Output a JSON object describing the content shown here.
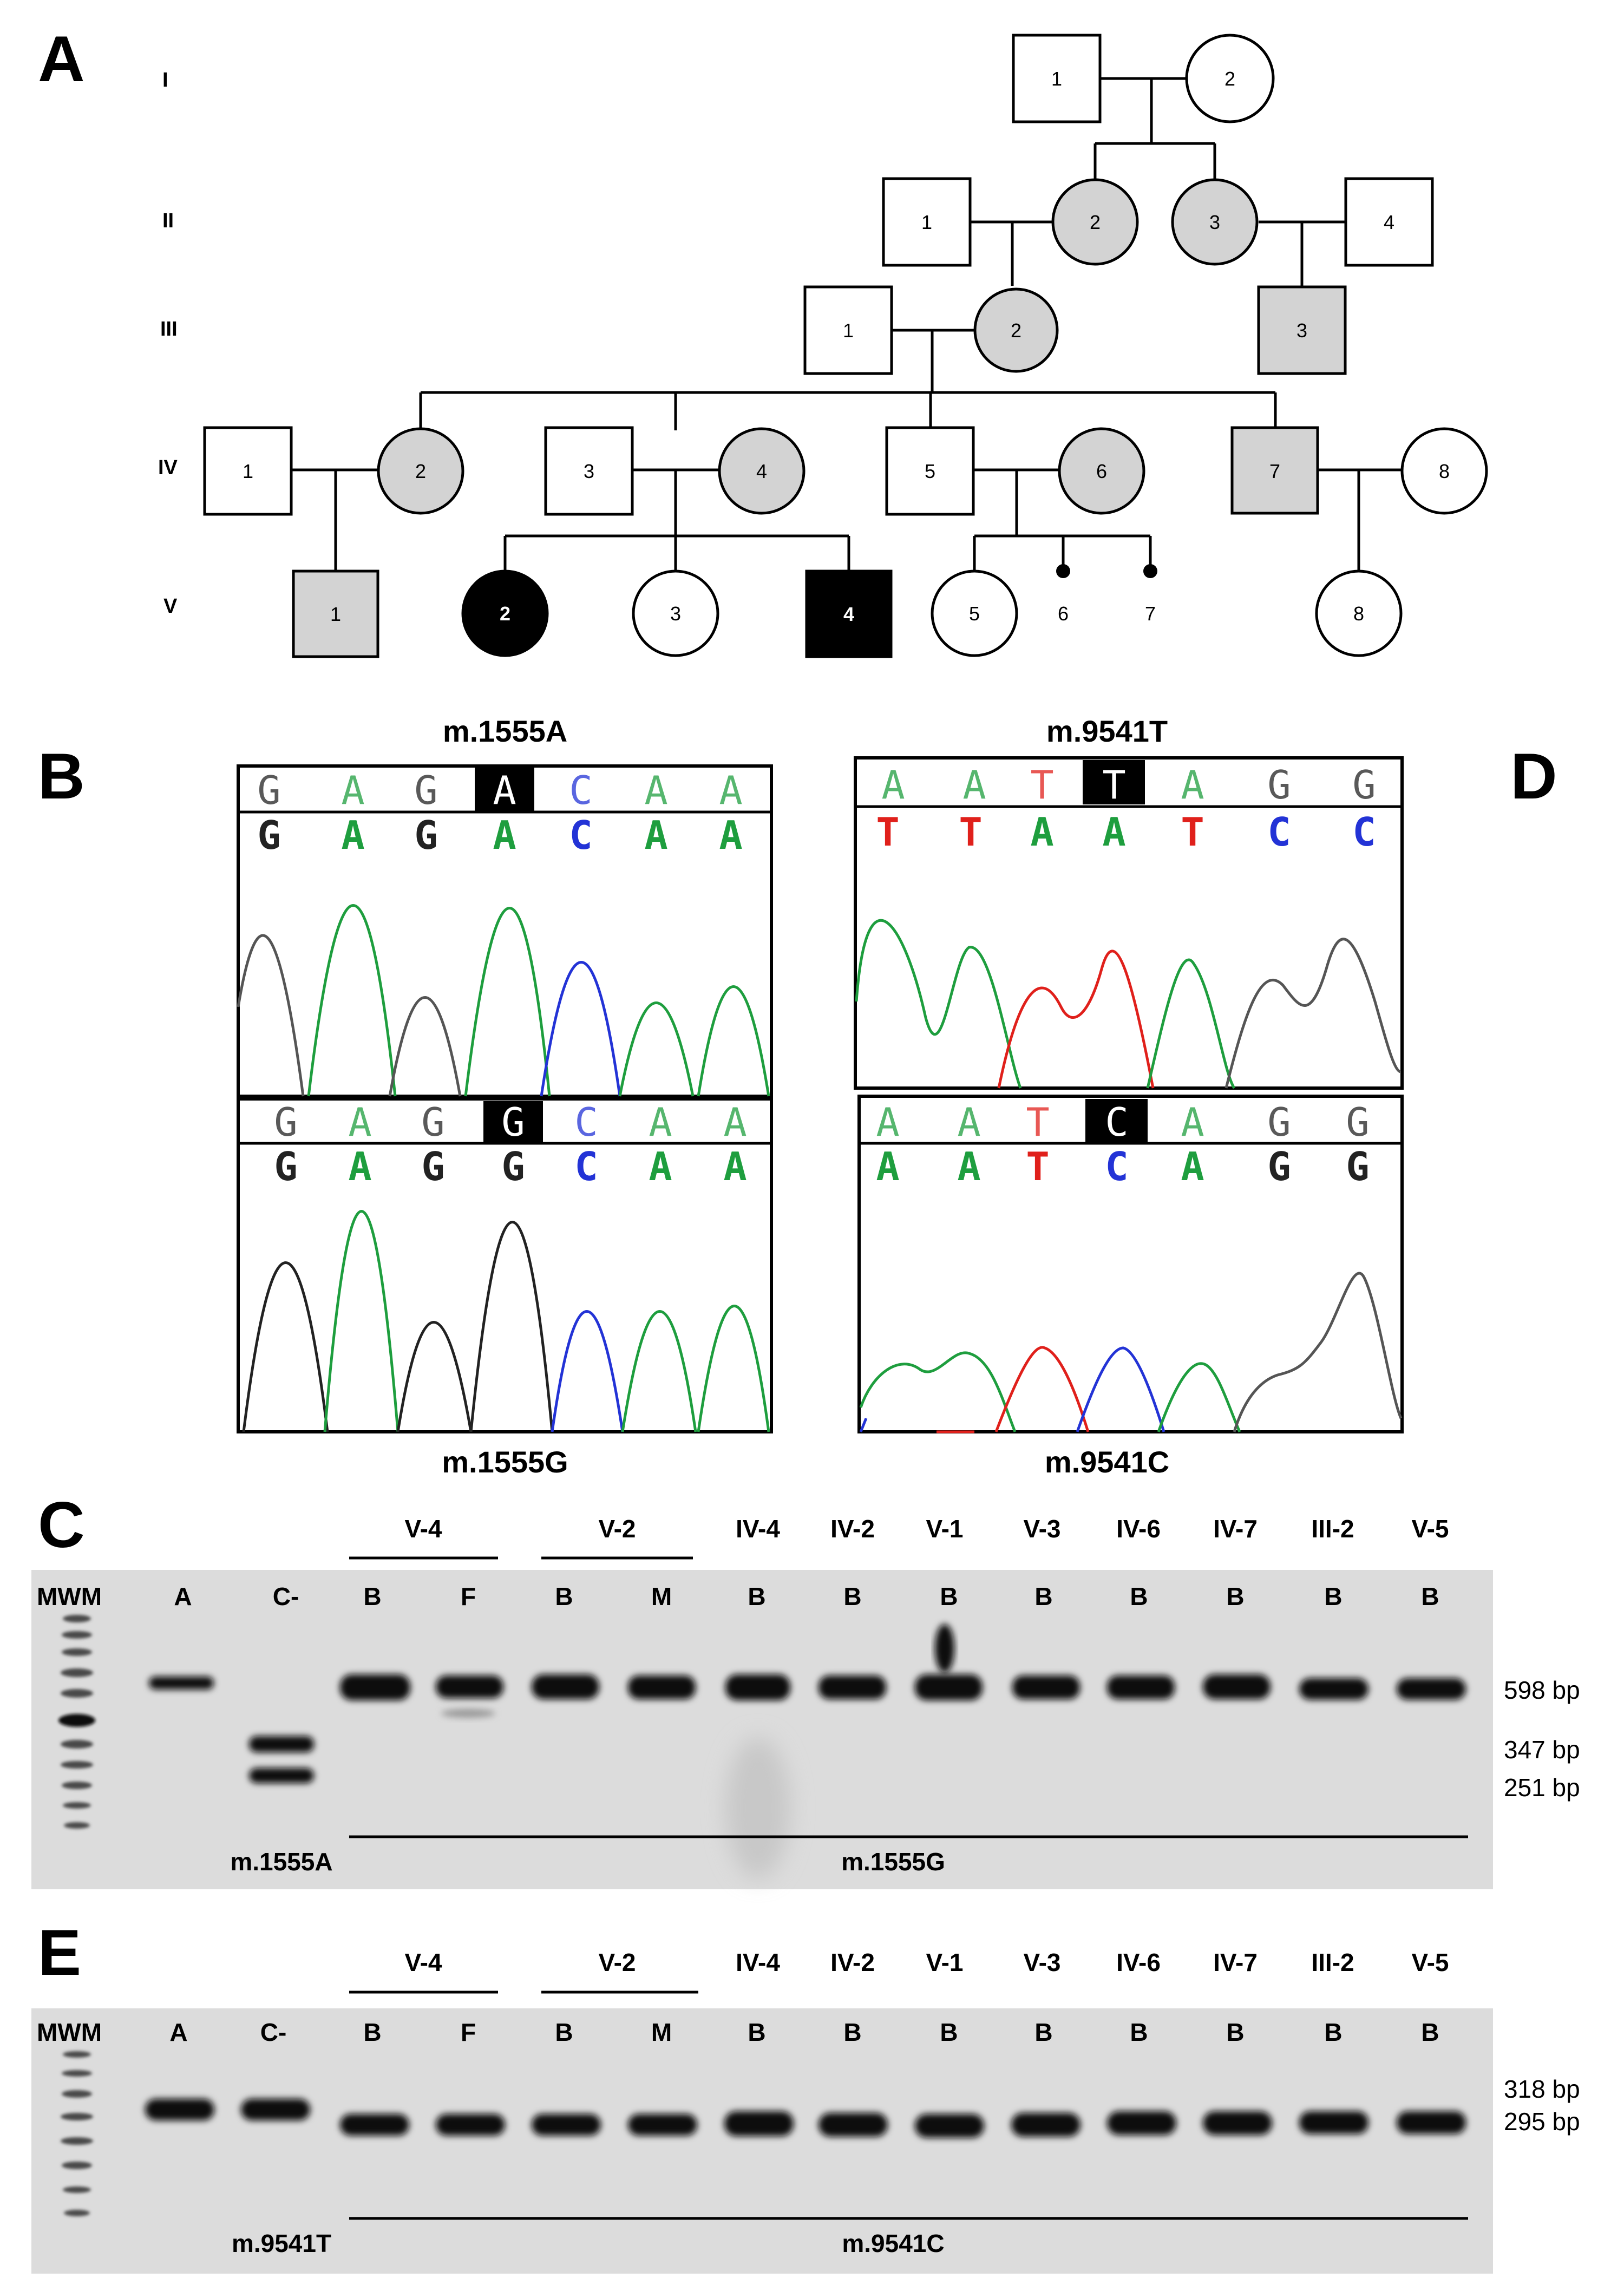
{
  "panels": {
    "a": "A",
    "b": "B",
    "c": "C",
    "d": "D",
    "e": "E"
  },
  "pedigree": {
    "generations": [
      "I",
      "II",
      "III",
      "IV",
      "V"
    ],
    "individuals": {
      "I-1": "1",
      "I-2": "2",
      "II-1": "1",
      "II-2": "2",
      "II-3": "3",
      "II-4": "4",
      "III-1": "1",
      "III-2": "2",
      "III-3": "3",
      "IV-1": "1",
      "IV-2": "2",
      "IV-3": "3",
      "IV-4": "4",
      "IV-5": "5",
      "IV-6": "6",
      "IV-7": "7",
      "IV-8": "8",
      "V-1": "1",
      "V-2": "2",
      "V-3": "3",
      "V-4": "4",
      "V-5": "5",
      "V-6": "6",
      "V-7": "7",
      "V-8": "8"
    },
    "colors": {
      "affected": "#000000",
      "carrier": "#d3d3d3",
      "unaffected": "#ffffff"
    }
  },
  "sequencing": {
    "b_top_title": "m.1555A",
    "b_bottom_title": "m.1555G",
    "d_top_title": "m.9541T",
    "d_bottom_title": "m.9541C",
    "b_top_ref": [
      "G",
      "A",
      "G",
      "A",
      "C",
      "A",
      "A"
    ],
    "b_top_call": [
      "G",
      "A",
      "G",
      "A",
      "C",
      "A",
      "A"
    ],
    "b_bottom_ref": [
      "G",
      "A",
      "G",
      "G",
      "C",
      "A",
      "A"
    ],
    "b_bottom_call": [
      "G",
      "A",
      "G",
      "G",
      "C",
      "A",
      "A"
    ],
    "d_top_ref": [
      "A",
      "A",
      "T",
      "T",
      "A",
      "G",
      "G"
    ],
    "d_top_call": [
      "T",
      "T",
      "A",
      "A",
      "T",
      "C",
      "C"
    ],
    "d_bottom_ref": [
      "A",
      "A",
      "T",
      "C",
      "A",
      "G",
      "G"
    ],
    "d_bottom_call": [
      "A",
      "A",
      "T",
      "C",
      "A",
      "G",
      "G"
    ],
    "base_colors": {
      "A": "#1e9e3e",
      "C": "#2333d6",
      "G": "#222222",
      "T": "#e0201b"
    }
  },
  "gels": {
    "lane_labels": [
      "MWM",
      "A",
      "C-",
      "B",
      "F",
      "B",
      "M",
      "B",
      "B",
      "B",
      "B",
      "B",
      "B",
      "B",
      "B"
    ],
    "group_labels": [
      "V-4",
      "V-2",
      "IV-4",
      "IV-2",
      "V-1",
      "V-3",
      "IV-6",
      "IV-7",
      "III-2",
      "V-5"
    ],
    "c_sizes": [
      "598 bp",
      "347 bp",
      "251 bp"
    ],
    "c_bottom_left": "m.1555A",
    "c_bottom_right": "m.1555G",
    "e_sizes": [
      "318 bp",
      "295 bp"
    ],
    "e_bottom_left": "m.9541T",
    "e_bottom_right": "m.9541C"
  }
}
